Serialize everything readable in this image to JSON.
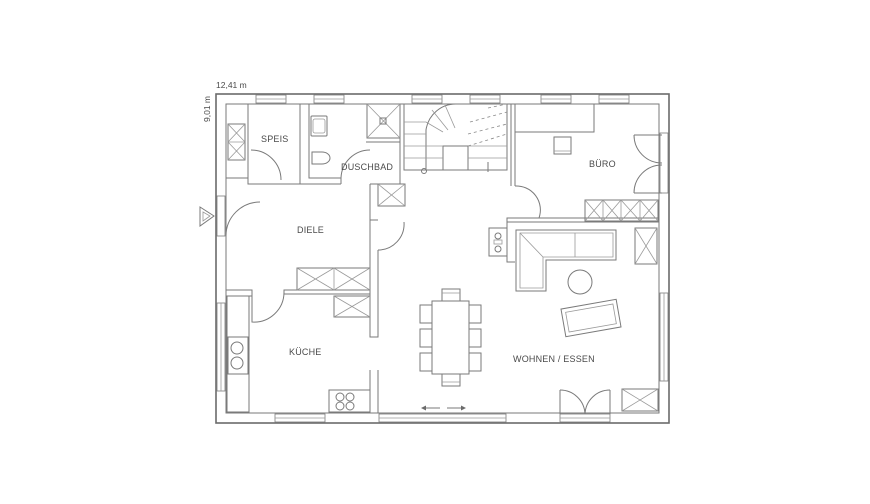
{
  "dimensions": {
    "width_label": "12,41 m",
    "depth_label": "9,01 m"
  },
  "rooms": {
    "speis": "SPEIS",
    "duschbad": "DUSCHBAD",
    "buero": "BÜRO",
    "diele": "DIELE",
    "kueche": "KÜCHE",
    "wohnen_essen": "WOHNEN / ESSEN"
  },
  "colors": {
    "lines": "#6b6b6b",
    "text": "#4a4a4a",
    "background": "#ffffff"
  },
  "icons": {
    "entrance": "entrance-arrow-icon",
    "sliding_door": "sliding-door-arrows-icon"
  }
}
